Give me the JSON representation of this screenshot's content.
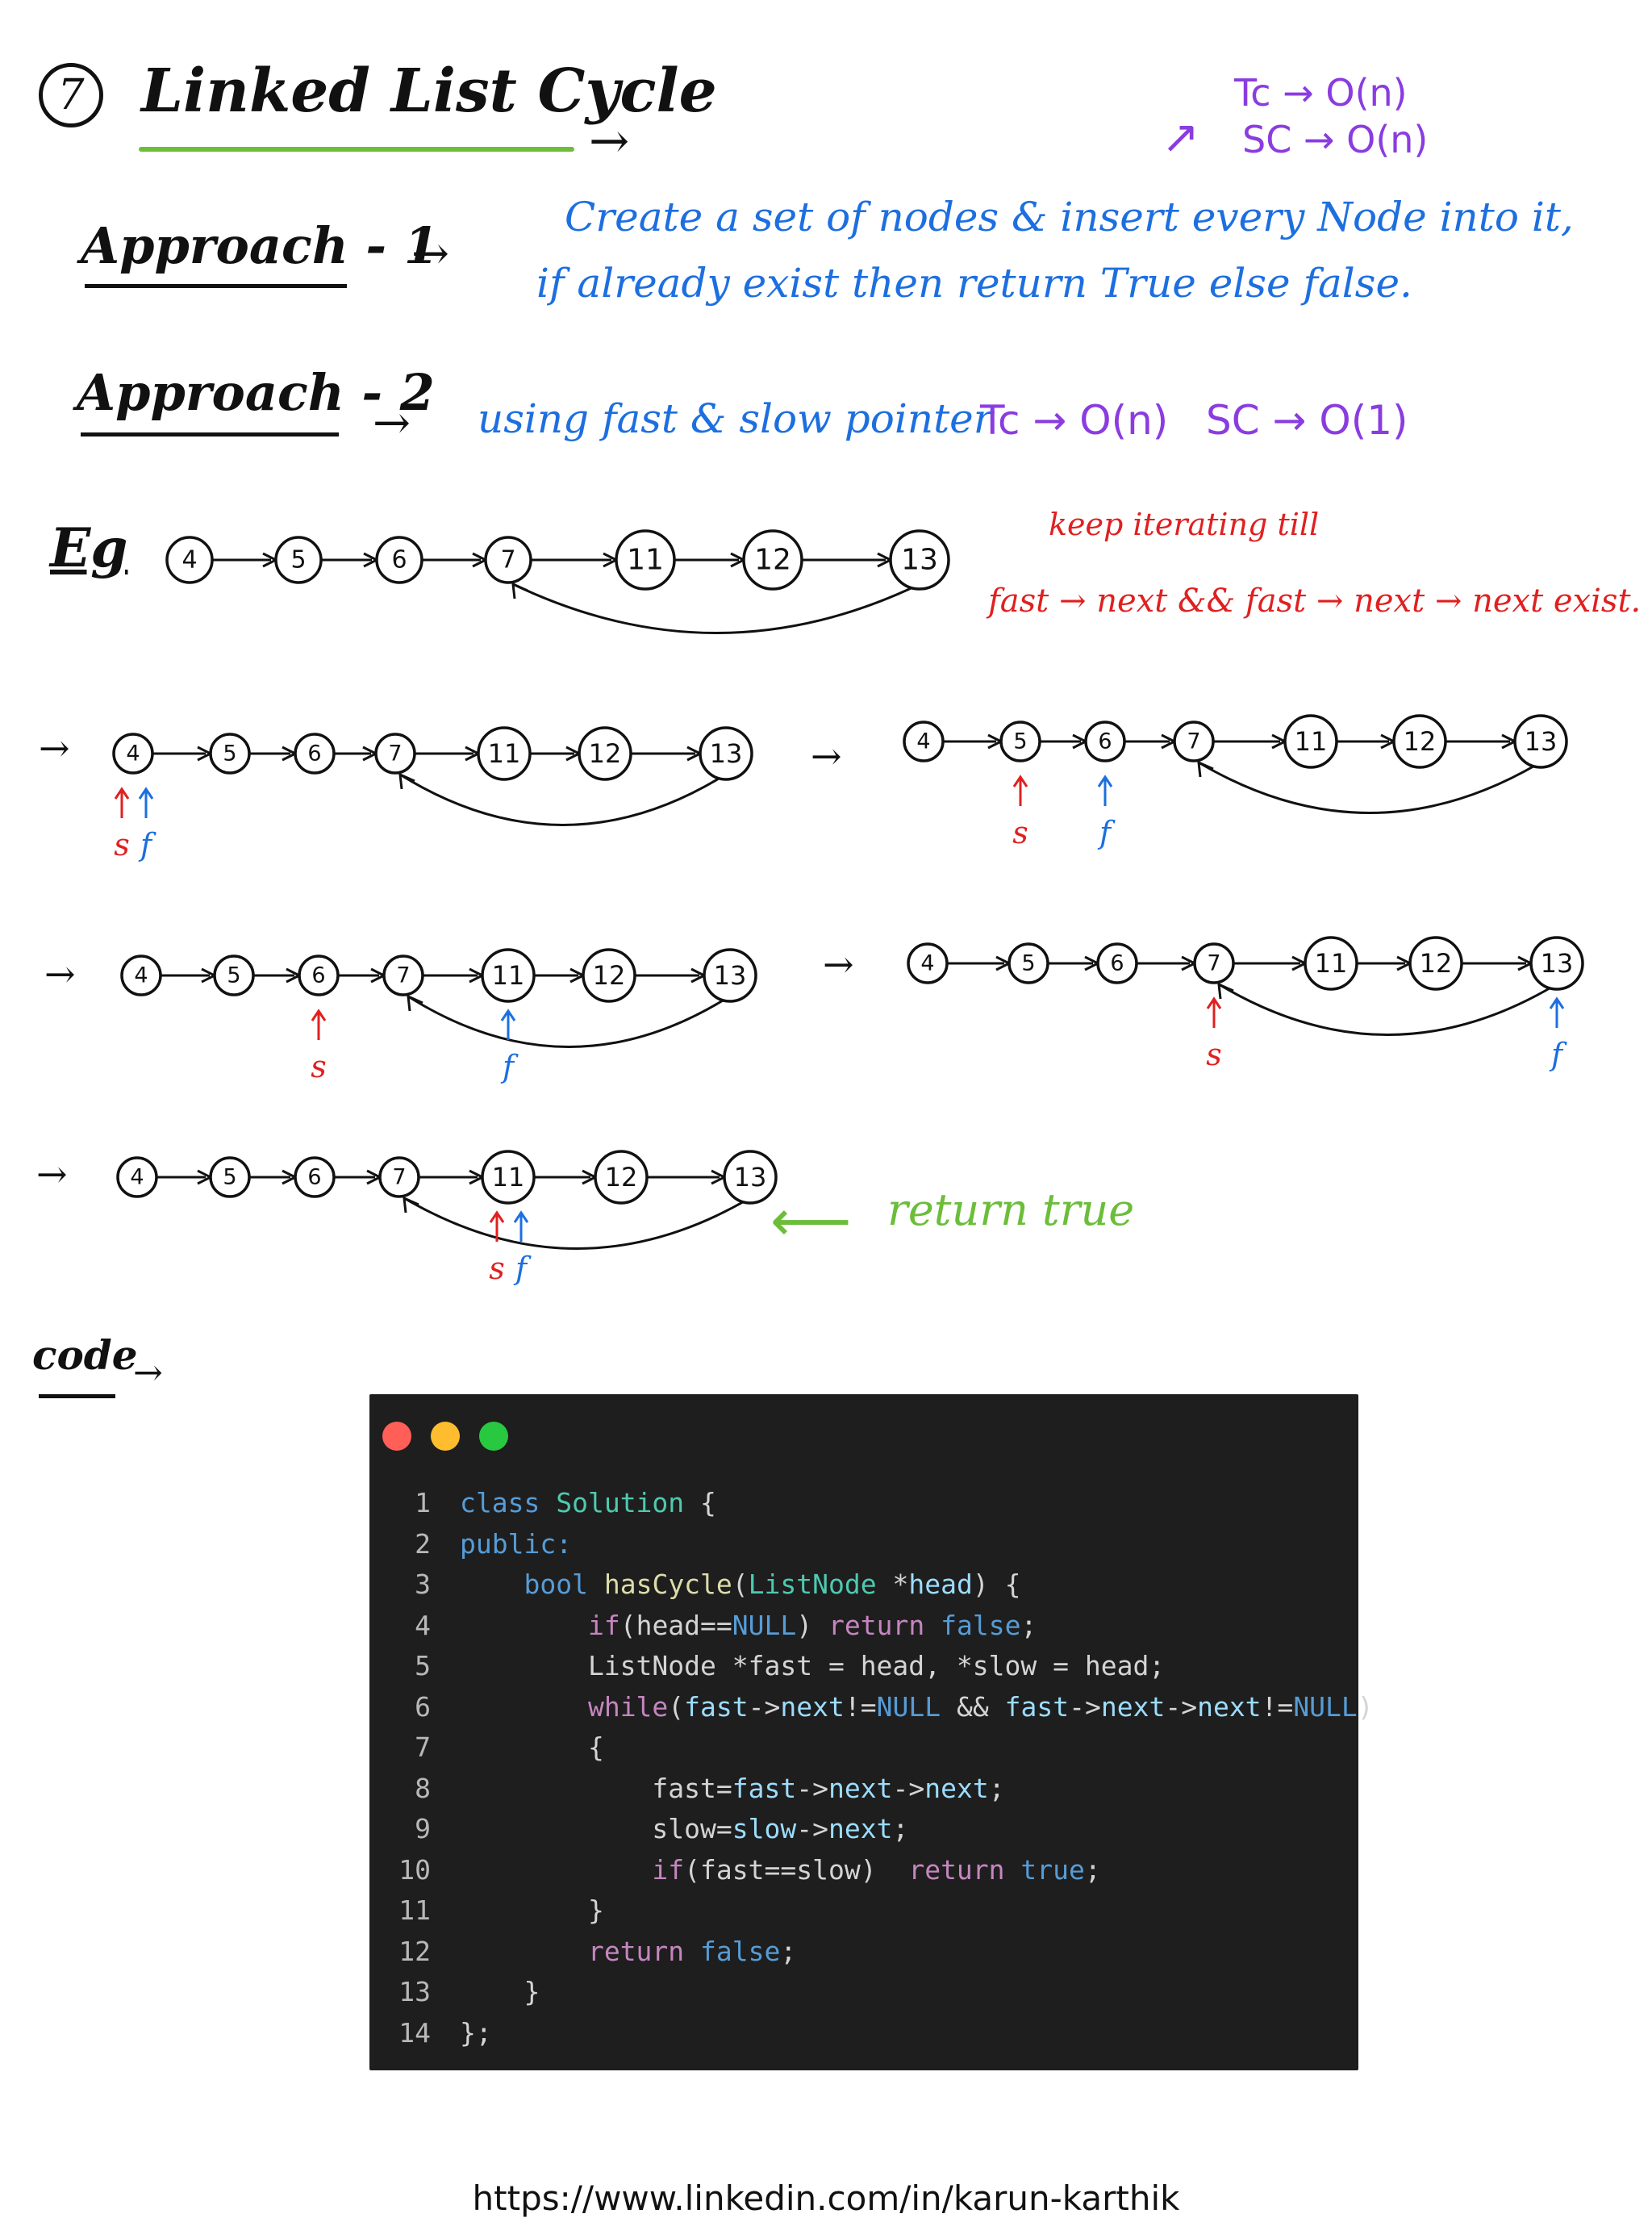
{
  "header": {
    "number": "7",
    "title": "Linked List Cycle",
    "arrow": "→"
  },
  "complexity_top": {
    "tc": "Tc → O(n)",
    "sc": "SC → O(n)"
  },
  "approach1": {
    "label": "Approach - 1",
    "arrow": "→",
    "line1": "Create a set of nodes & insert every Node into it,",
    "line2": "if already exist then return True else false."
  },
  "approach2": {
    "label": "Approach - 2",
    "arrow": "→",
    "text": "using fast & slow pointer",
    "tc": "Tc → O(n)",
    "sc": "SC → O(1)"
  },
  "example": {
    "label": "Eg",
    "nodes": [
      "4",
      "5",
      "6",
      "7",
      "11",
      "12",
      "13"
    ],
    "note_line1": "keep iterating till",
    "note_line2": "fast → next && fast → next → next exist."
  },
  "steps": [
    {
      "arrow": "→",
      "slow_label": "s",
      "fast_label": "f",
      "slow_index": 0,
      "fast_index": 0
    },
    {
      "arrow": "→",
      "slow_label": "s",
      "fast_label": "f",
      "slow_index": 1,
      "fast_index": 2
    },
    {
      "arrow": "→",
      "slow_label": "s",
      "fast_label": "f",
      "slow_index": 2,
      "fast_index": 4
    },
    {
      "arrow": "→",
      "slow_label": "s",
      "fast_label": "f",
      "slow_index": 3,
      "fast_index": 6
    },
    {
      "arrow": "→",
      "slow_label": "s",
      "fast_label": "f",
      "slow_index": 4,
      "fast_index": 4
    }
  ],
  "return_note": "return true",
  "code_label": "code",
  "code_arrow": "→",
  "colors": {
    "slow": "#e02020",
    "fast": "#1d6fe0",
    "traffic_red": "#ff5f57",
    "traffic_yellow": "#febc2e",
    "traffic_green": "#28c840"
  },
  "code": {
    "lines": [
      {
        "n": "1",
        "tokens": [
          [
            "kw",
            "class"
          ],
          [
            "txt",
            " "
          ],
          [
            "type",
            "Solution"
          ],
          [
            "txt",
            " {"
          ]
        ]
      },
      {
        "n": "2",
        "tokens": [
          [
            "kw",
            "public:"
          ]
        ]
      },
      {
        "n": "3",
        "tokens": [
          [
            "txt",
            "    "
          ],
          [
            "kw",
            "bool"
          ],
          [
            "txt",
            " "
          ],
          [
            "fn",
            "hasCycle"
          ],
          [
            "txt",
            "("
          ],
          [
            "type",
            "ListNode"
          ],
          [
            "txt",
            " *"
          ],
          [
            "var",
            "head"
          ],
          [
            "txt",
            ") {"
          ]
        ]
      },
      {
        "n": "4",
        "tokens": [
          [
            "txt",
            "        "
          ],
          [
            "ctl",
            "if"
          ],
          [
            "txt",
            "(head=="
          ],
          [
            "kw",
            "NULL"
          ],
          [
            "txt",
            ") "
          ],
          [
            "ctl",
            "return"
          ],
          [
            "txt",
            " "
          ],
          [
            "kw",
            "false"
          ],
          [
            "txt",
            ";"
          ]
        ]
      },
      {
        "n": "5",
        "tokens": [
          [
            "txt",
            "        ListNode *fast = head, *slow = head;"
          ]
        ]
      },
      {
        "n": "6",
        "tokens": [
          [
            "txt",
            "        "
          ],
          [
            "ctl",
            "while"
          ],
          [
            "txt",
            "("
          ],
          [
            "var",
            "fast"
          ],
          [
            "txt",
            "->"
          ],
          [
            "var",
            "next"
          ],
          [
            "txt",
            "!="
          ],
          [
            "kw",
            "NULL"
          ],
          [
            "txt",
            " && "
          ],
          [
            "var",
            "fast"
          ],
          [
            "txt",
            "->"
          ],
          [
            "var",
            "next"
          ],
          [
            "txt",
            "->"
          ],
          [
            "var",
            "next"
          ],
          [
            "txt",
            "!="
          ],
          [
            "kw",
            "NULL"
          ],
          [
            "txt",
            ")"
          ]
        ]
      },
      {
        "n": "7",
        "tokens": [
          [
            "txt",
            "        {"
          ]
        ]
      },
      {
        "n": "8",
        "tokens": [
          [
            "txt",
            "            fast="
          ],
          [
            "var",
            "fast"
          ],
          [
            "txt",
            "->"
          ],
          [
            "var",
            "next"
          ],
          [
            "txt",
            "->"
          ],
          [
            "var",
            "next"
          ],
          [
            "txt",
            ";"
          ]
        ]
      },
      {
        "n": "9",
        "tokens": [
          [
            "txt",
            "            slow="
          ],
          [
            "var",
            "slow"
          ],
          [
            "txt",
            "->"
          ],
          [
            "var",
            "next"
          ],
          [
            "txt",
            ";"
          ]
        ]
      },
      {
        "n": "10",
        "tokens": [
          [
            "txt",
            "            "
          ],
          [
            "ctl",
            "if"
          ],
          [
            "txt",
            "(fast==slow)  "
          ],
          [
            "ctl",
            "return"
          ],
          [
            "txt",
            " "
          ],
          [
            "kw",
            "true"
          ],
          [
            "txt",
            ";"
          ]
        ]
      },
      {
        "n": "11",
        "tokens": [
          [
            "txt",
            "        }"
          ]
        ]
      },
      {
        "n": "12",
        "tokens": [
          [
            "txt",
            "        "
          ],
          [
            "ctl",
            "return"
          ],
          [
            "txt",
            " "
          ],
          [
            "kw",
            "false"
          ],
          [
            "txt",
            ";"
          ]
        ]
      },
      {
        "n": "13",
        "tokens": [
          [
            "txt",
            "    }"
          ]
        ]
      },
      {
        "n": "14",
        "tokens": [
          [
            "txt",
            "};"
          ]
        ]
      }
    ]
  },
  "footer_url": "https://www.linkedin.com/in/karun-karthik"
}
